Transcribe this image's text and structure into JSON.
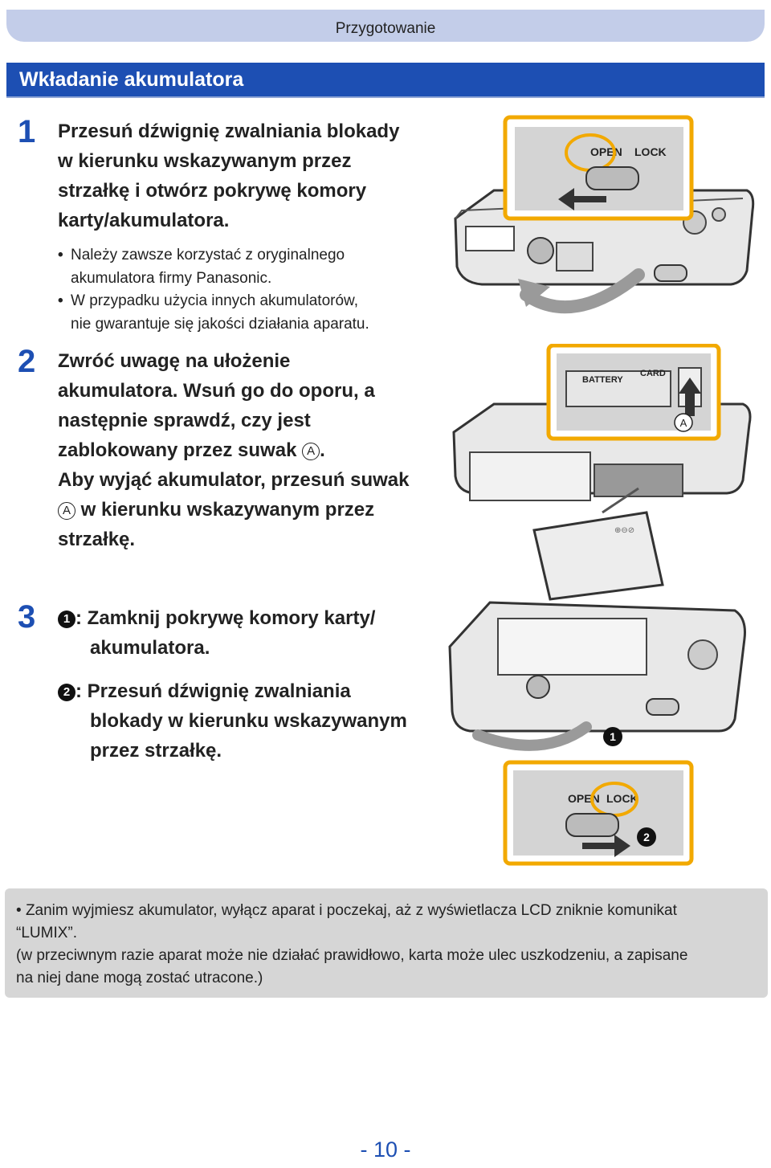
{
  "header": {
    "chapter": "Przygotowanie"
  },
  "section": {
    "title": "Wkładanie akumulatora"
  },
  "steps": [
    {
      "num": "1",
      "lines": [
        "Przesuń dźwignię zwalniania blokady",
        "w kierunku wskazywanym przez",
        "strzałkę i otwórz pokrywę komory",
        "karty/akumulatora."
      ]
    },
    {
      "num": "2",
      "lines": [
        "Zwróć uwagę na ułożenie",
        "akumulatora. Wsuń go do oporu, a",
        "następnie sprawdź, czy jest",
        "zablokowany przez suwak",
        ".",
        "Aby wyjąć akumulator, przesuń suwak",
        "w kierunku wskazywanym przez",
        "strzałkę."
      ]
    },
    {
      "num": "3",
      "items": [
        {
          "marker": "1",
          "lines": [
            ": Zamknij pokrywę komory karty/",
            "akumulatora."
          ]
        },
        {
          "marker": "2",
          "lines": [
            ": Przesuń dźwignię zwalniania",
            "blokady w kierunku wskazywanym",
            "przez strzałkę."
          ]
        }
      ]
    }
  ],
  "marker_a": "A",
  "notes": [
    {
      "bullet": "•",
      "lines": [
        "Należy zawsze korzystać z oryginalnego",
        "akumulatora firmy Panasonic."
      ]
    },
    {
      "bullet": "•",
      "lines": [
        "W przypadku użycia innych akumulatorów,",
        "nie gwarantuje się jakości działania aparatu."
      ]
    }
  ],
  "illustrations": {
    "lock_open": "OPEN",
    "lock_lock": "LOCK",
    "battery_label": "BATTERY",
    "card_label": "CARD",
    "slider_marker": "A",
    "step_marker_1": "1",
    "step_marker_2": "2"
  },
  "notice": {
    "bullet": "•",
    "line1": "Zanim wyjmiesz akumulator, wyłącz aparat i poczekaj, aż z wyświetlacza LCD zniknie komunikat",
    "line2": "“LUMIX”.",
    "line3": "(w przeciwnym razie aparat może nie działać prawidłowo, karta może ulec uszkodzeniu, a zapisane",
    "line4": "na niej dane mogą zostać utracone.)"
  },
  "page_number": "- 10 -",
  "colors": {
    "accent": "#1d4fb3",
    "tab": "#c3cde9",
    "highlight": "#f2a900",
    "notice_bg": "#d6d6d6"
  }
}
